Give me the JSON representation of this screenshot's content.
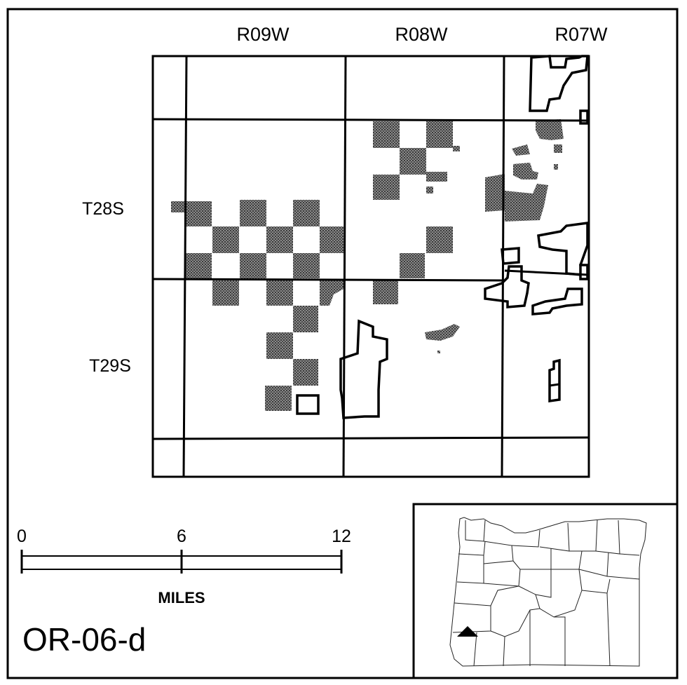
{
  "map": {
    "code": "OR-06-d",
    "range_labels": [
      "R09W",
      "R08W",
      "R07W"
    ],
    "township_labels": [
      "T28S",
      "T29S"
    ]
  },
  "scale_bar": {
    "ticks": [
      "0",
      "6",
      "12"
    ],
    "unit": "MILES"
  },
  "locator": {
    "region": "Oregon",
    "marker": "triangle-marker"
  },
  "colors": {
    "ink": "#000000",
    "stipple": "#6a6a6a",
    "background": "#ffffff"
  }
}
